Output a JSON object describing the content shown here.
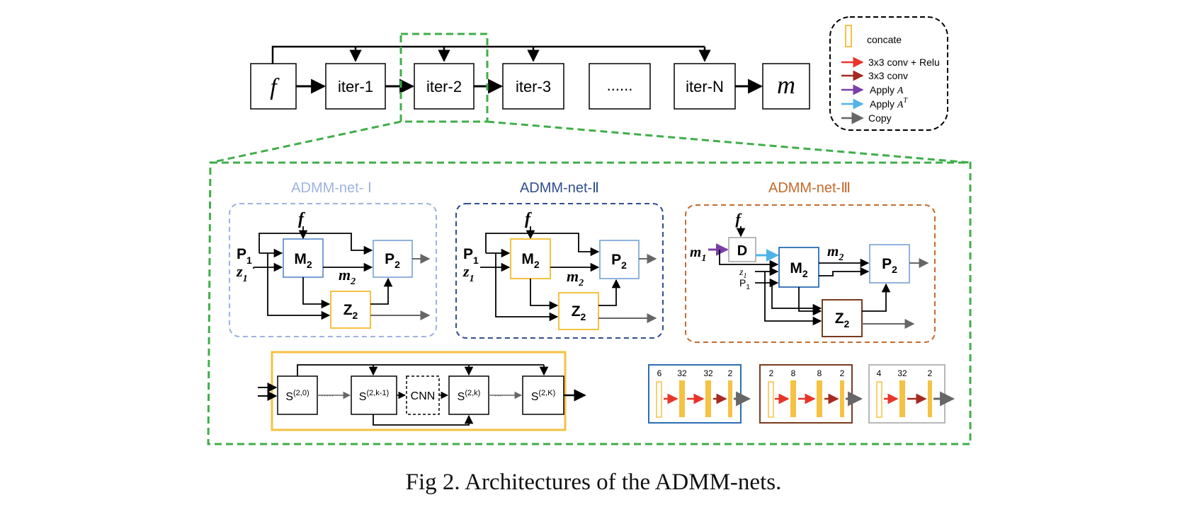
{
  "pipeline": {
    "input": "f",
    "iterations": [
      "iter-1",
      "iter-2",
      "iter-3",
      "......",
      "iter-N"
    ],
    "output": "m"
  },
  "legend": {
    "items": [
      {
        "label": "concate",
        "kind": "bar",
        "color": "#f5c242"
      },
      {
        "label": "3x3 conv + Relu",
        "kind": "arrow",
        "color": "#e8352a"
      },
      {
        "label": "3x3 conv",
        "kind": "arrow",
        "color": "#a52a1f"
      },
      {
        "label": "Apply ",
        "math": "A",
        "sup": "",
        "kind": "arrow",
        "color": "#7b3fa8"
      },
      {
        "label": "Apply ",
        "math": "A",
        "sup": "T",
        "kind": "arrow",
        "color": "#4fb3ea"
      },
      {
        "label": "Copy",
        "kind": "arrow",
        "color": "#666666"
      }
    ]
  },
  "nets": [
    {
      "title": "ADMM-net- Ⅰ",
      "color": "#9db3e0"
    },
    {
      "title": "ADMM-net-Ⅱ",
      "color": "#2f4f8f"
    },
    {
      "title": "ADMM-net-Ⅲ",
      "color": "#c56a2c"
    }
  ],
  "blocks": {
    "f": "f",
    "m_left": "m",
    "sub1": "1",
    "sub2": "2",
    "P": "P",
    "z": "z",
    "M": "M",
    "m": "m",
    "Z": "Z",
    "D": "D"
  },
  "chain": {
    "s0": "S",
    "s0_sup": "(2,0)",
    "sk1": "S",
    "sk1_sup": "(2,k-1)",
    "cnn": "CNN",
    "sk": "S",
    "sk_sup": "(2,k)",
    "sK": "S",
    "sK_sup": "(2,K)",
    "dots1": "·····",
    "dots2": "···"
  },
  "cnn_blocks": [
    {
      "channels": [
        "6",
        "32",
        "32",
        "2"
      ],
      "border": "#2c6db5"
    },
    {
      "channels": [
        "2",
        "8",
        "8",
        "2"
      ],
      "border": "#7a3b1e"
    },
    {
      "channels": [
        "4",
        "32",
        "2"
      ],
      "border": "#b8b8b8"
    }
  ],
  "caption": "Fig 2. Architectures of the ADMM-nets."
}
